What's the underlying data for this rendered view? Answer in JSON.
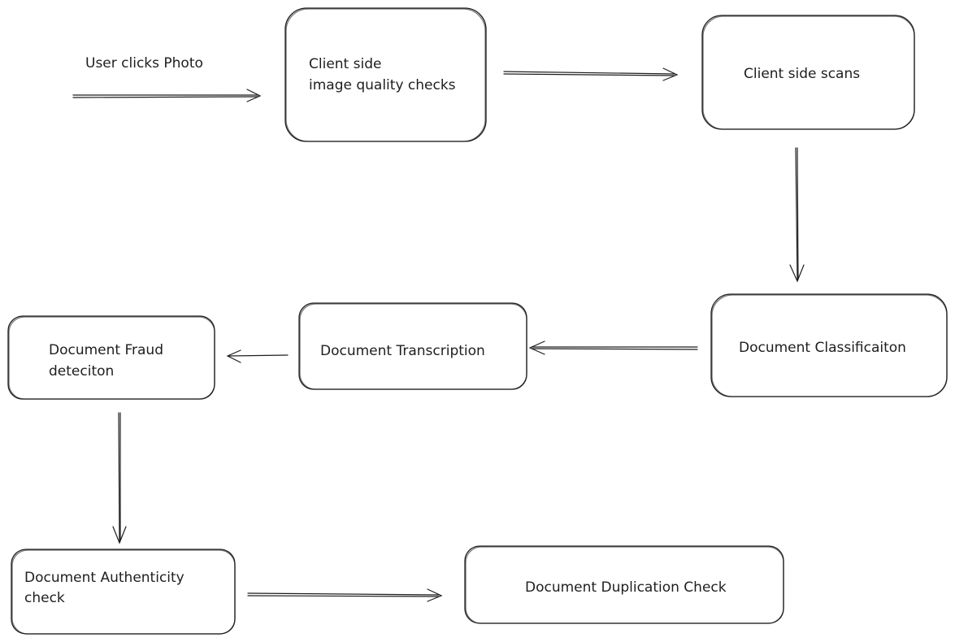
{
  "diagram": {
    "start_label": "User clicks Photo",
    "nodes": {
      "client_quality": {
        "line1": "Client side",
        "line2": "image quality checks"
      },
      "client_scans": {
        "line1": "Client side scans"
      },
      "classification": {
        "line1": "Document Classificaiton"
      },
      "transcription": {
        "line1": "Document Transcription"
      },
      "fraud": {
        "line1": "Document Fraud",
        "line2": "deteciton"
      },
      "authenticity": {
        "line1": "Document Authenticity",
        "line2": "check"
      },
      "duplication": {
        "line1": "Document Duplication Check"
      }
    }
  },
  "colors": {
    "ink": "#1e1e1e",
    "background": "#ffffff"
  }
}
